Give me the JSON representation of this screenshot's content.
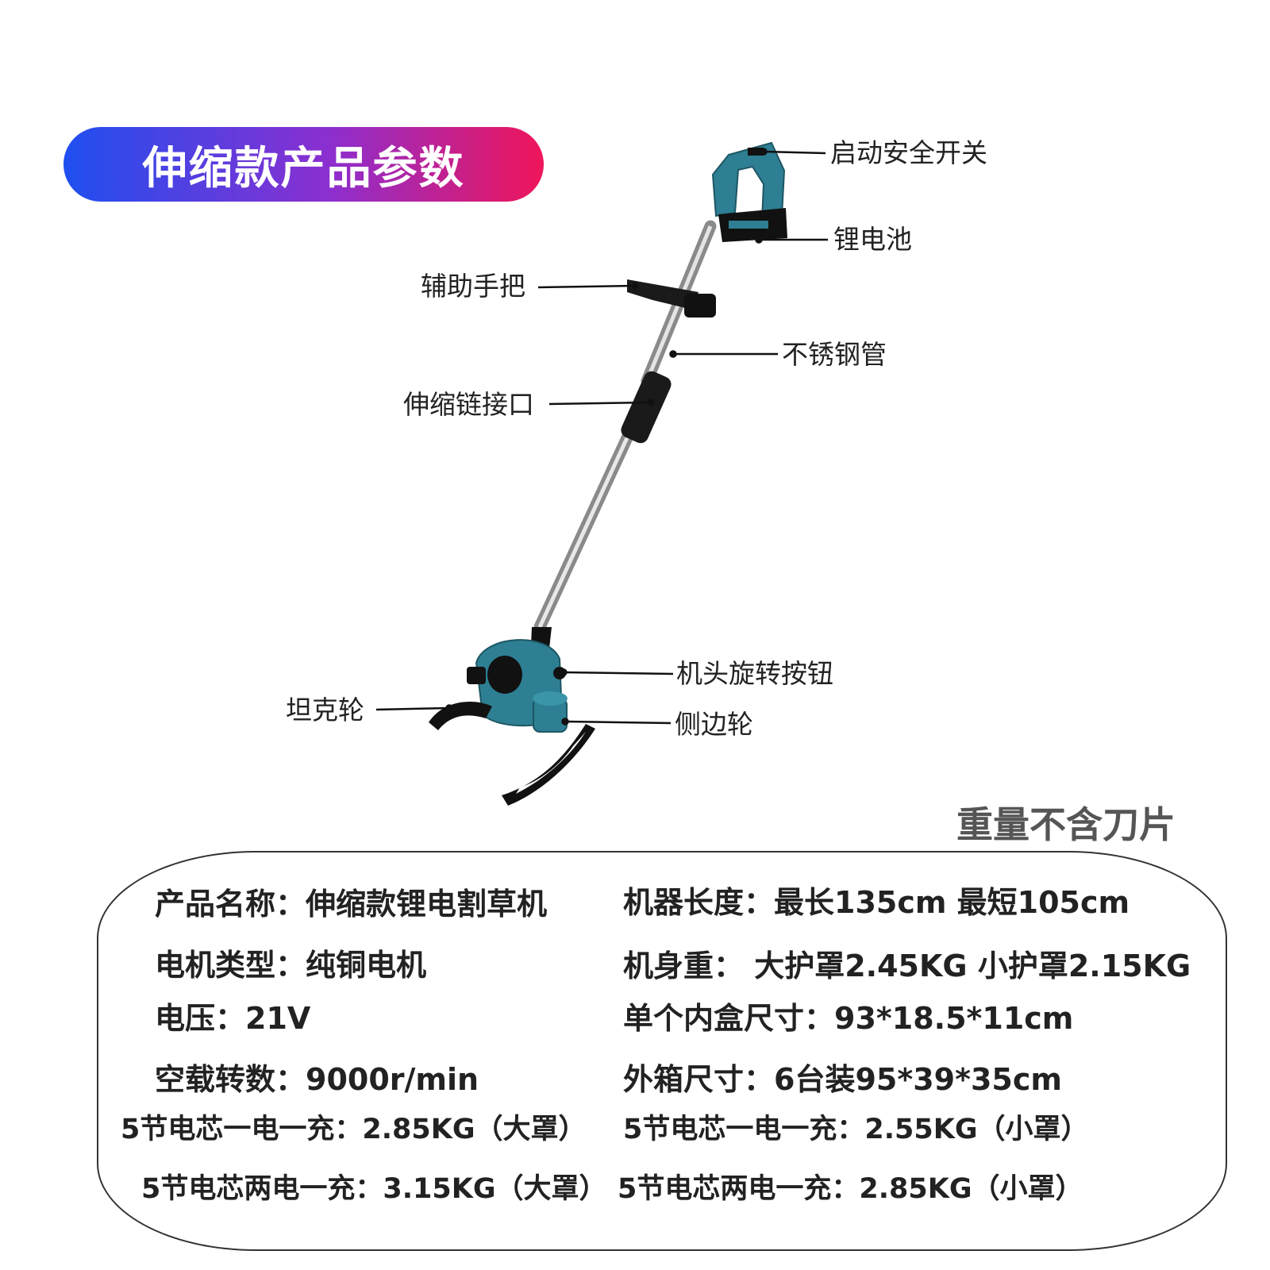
{
  "banner": {
    "title": "伸缩款产品参数"
  },
  "callouts": {
    "safety_switch": "启动安全开关",
    "battery": "锂电池",
    "aux_handle": "辅助手把",
    "steel_tube": "不锈钢管",
    "telescopic_joint": "伸缩链接口",
    "head_rotate_button": "机头旋转按钮",
    "tank_wheel": "坦克轮",
    "side_wheel": "侧边轮"
  },
  "note": "重量不含刀片",
  "specs": {
    "name": "产品名称：伸缩款锂电割草机",
    "length": "机器长度：最长135cm  最短105cm",
    "motor": "电机类型：纯铜电机",
    "weight": "机身重：  大护罩2.45KG  小护罩2.15KG",
    "voltage": "电压：21V",
    "inner_box": "单个内盒尺寸：93*18.5*11cm",
    "speed": "空载转数：9000r/min",
    "outer_box": "外箱尺寸：6台装95*39*35cm",
    "set1_big": "5节电芯一电一充：2.85KG（大罩）",
    "set1_small": "5节电芯一电一充：2.55KG（小罩）",
    "set2_big": "5节电芯两电一充：3.15KG（大罩）",
    "set2_small": "5节电芯两电一充：2.85KG（小罩）"
  },
  "colors": {
    "body_teal": "#2e7f93",
    "banner_start": "#1f4ff0",
    "banner_end": "#f0155a"
  }
}
